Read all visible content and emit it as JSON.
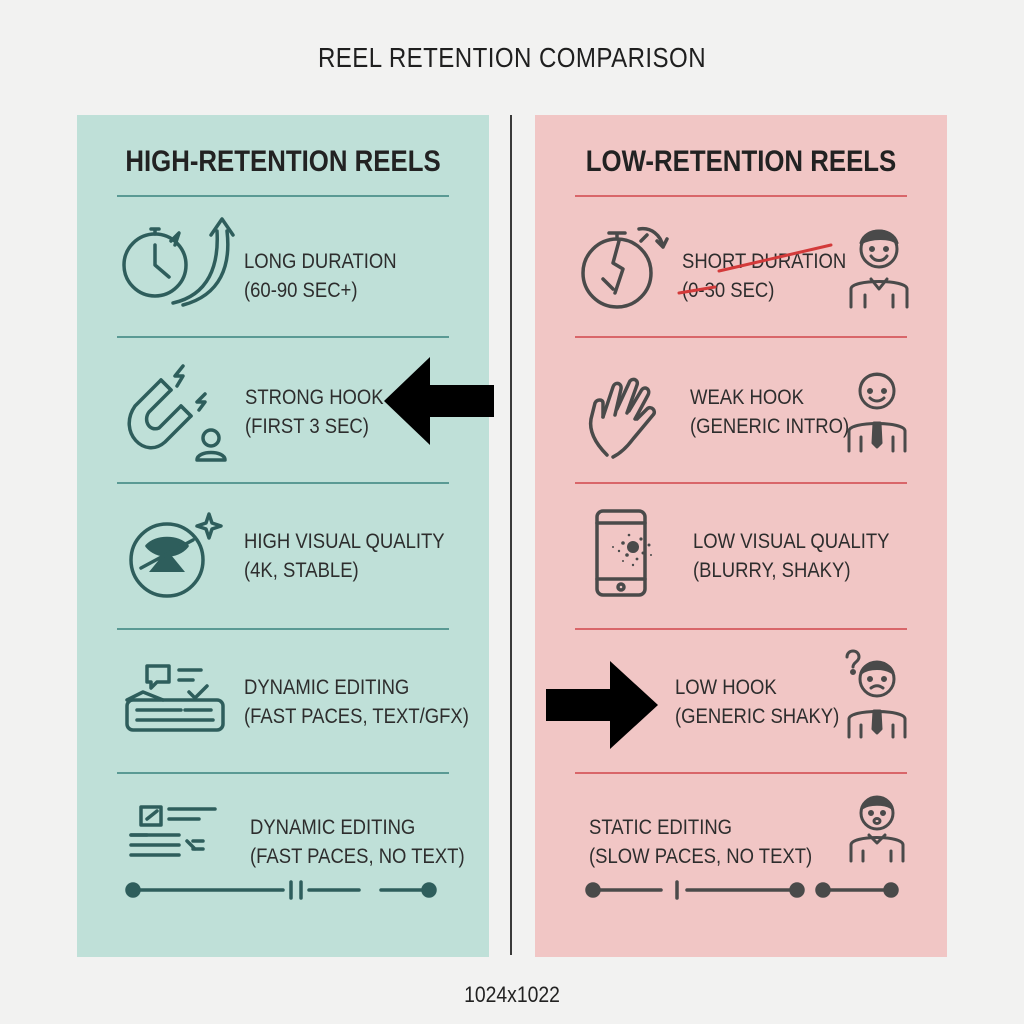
{
  "title": "REEL RETENTION COMPARISON",
  "footer_label": "1024x1022",
  "colors": {
    "left_panel": "#bfe0d8",
    "right_panel": "#f1c6c5",
    "left_rule": "#5a9a94",
    "right_rule": "#d9666a",
    "icon_left": "#2e5e5c",
    "icon_right": "#4a4a4a",
    "arrow": "#000000"
  },
  "left": {
    "heading": "HIGH-RETENTION REELS",
    "items": [
      {
        "title": "LONG DURATION",
        "detail": "(60-90 SEC+)",
        "icon": "clock-up-arrow-icon"
      },
      {
        "title": "STRONG HOOK",
        "detail": "(FIRST 3 SEC)",
        "icon": "magnet-icon"
      },
      {
        "title": "HIGH VISUAL QUALITY",
        "detail": "(4K, STABLE)",
        "icon": "camera-aperture-icon"
      },
      {
        "title": "DYNAMIC EDITING",
        "detail": "(FAST PACES, TEXT/GFX)",
        "icon": "editing-timeline-icon"
      },
      {
        "title": "DYNAMIC EDITING",
        "detail": "(FAST PACES, NO TEXT)",
        "icon": "edit-layers-icon"
      }
    ]
  },
  "right": {
    "heading": "LOW-RETENTION REELS",
    "items": [
      {
        "title": "SHORT DURATION",
        "detail": "(0-30 SEC)",
        "icon": "broken-stopwatch-icon",
        "person": "smiling-person-icon"
      },
      {
        "title": "WEAK HOOK",
        "detail": "(GENERIC INTRO)",
        "icon": "open-hand-icon",
        "person": "person-with-tie-icon"
      },
      {
        "title": "LOW VISUAL QUALITY",
        "detail": "(BLURRY, SHAKY)",
        "icon": "cracked-phone-icon"
      },
      {
        "title": "LOW HOOK",
        "detail": "(GENERIC SHAKY)",
        "icon": "none",
        "person": "confused-person-icon"
      },
      {
        "title": "STATIC EDITING",
        "detail": "(SLOW PACES, NO TEXT)",
        "icon": "none",
        "person": "surprised-person-icon"
      }
    ]
  }
}
